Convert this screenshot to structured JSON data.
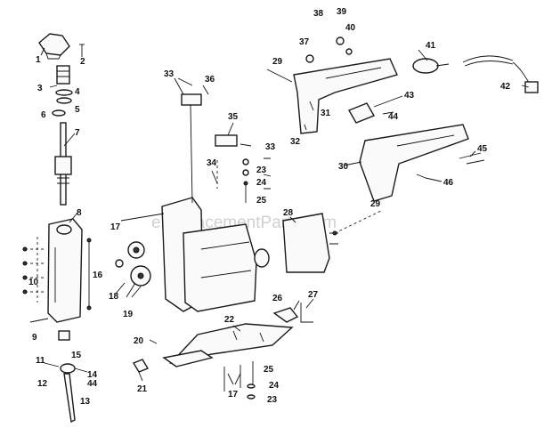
{
  "watermark": "eReplacementParts.com",
  "callouts": [
    "1",
    "2",
    "3",
    "4",
    "5",
    "6",
    "7",
    "8",
    "9",
    "10",
    "11",
    "12",
    "13",
    "14",
    "15",
    "16",
    "17",
    "18",
    "19",
    "20",
    "21",
    "22",
    "23",
    "24",
    "25",
    "26",
    "27",
    "28",
    "29",
    "30",
    "31",
    "32",
    "33",
    "34",
    "35",
    "36",
    "37",
    "38",
    "39",
    "40",
    "41",
    "42",
    "43",
    "44",
    "45",
    "46"
  ],
  "labels": {
    "l1": "1",
    "l2": "2",
    "l3": "3",
    "l4": "4",
    "l5": "5",
    "l6": "6",
    "l7": "7",
    "l8": "8",
    "l9": "9",
    "l10": "10",
    "l11": "11",
    "l12": "12",
    "l13": "13",
    "l14": "14",
    "l15": "15",
    "l16": "16",
    "l17a": "17",
    "l17b": "17",
    "l18": "18",
    "l19": "19",
    "l20": "20",
    "l21": "21",
    "l22": "22",
    "l23a": "23",
    "l23b": "23",
    "l24a": "24",
    "l24b": "24",
    "l25a": "25",
    "l25b": "25",
    "l26": "26",
    "l27": "27",
    "l28": "28",
    "l29a": "29",
    "l29b": "29",
    "l30": "30",
    "l31": "31",
    "l32": "32",
    "l33a": "33",
    "l33b": "33",
    "l34": "34",
    "l35": "35",
    "l36": "36",
    "l37": "37",
    "l38": "38",
    "l39": "39",
    "l40": "40",
    "l41": "41",
    "l42": "42",
    "l43": "43",
    "l44a": "44",
    "l44b": "44",
    "l45": "45",
    "l46": "46"
  }
}
